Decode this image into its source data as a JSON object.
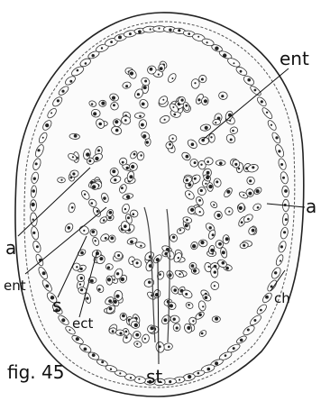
{
  "figure": {
    "caption": "fig. 45",
    "labels": {
      "ent_top": "ent",
      "a_right": "a",
      "a_left": "a",
      "ent_left": "ent",
      "s": "s",
      "ect": "ect",
      "ch": "ch",
      "st": "st"
    }
  }
}
